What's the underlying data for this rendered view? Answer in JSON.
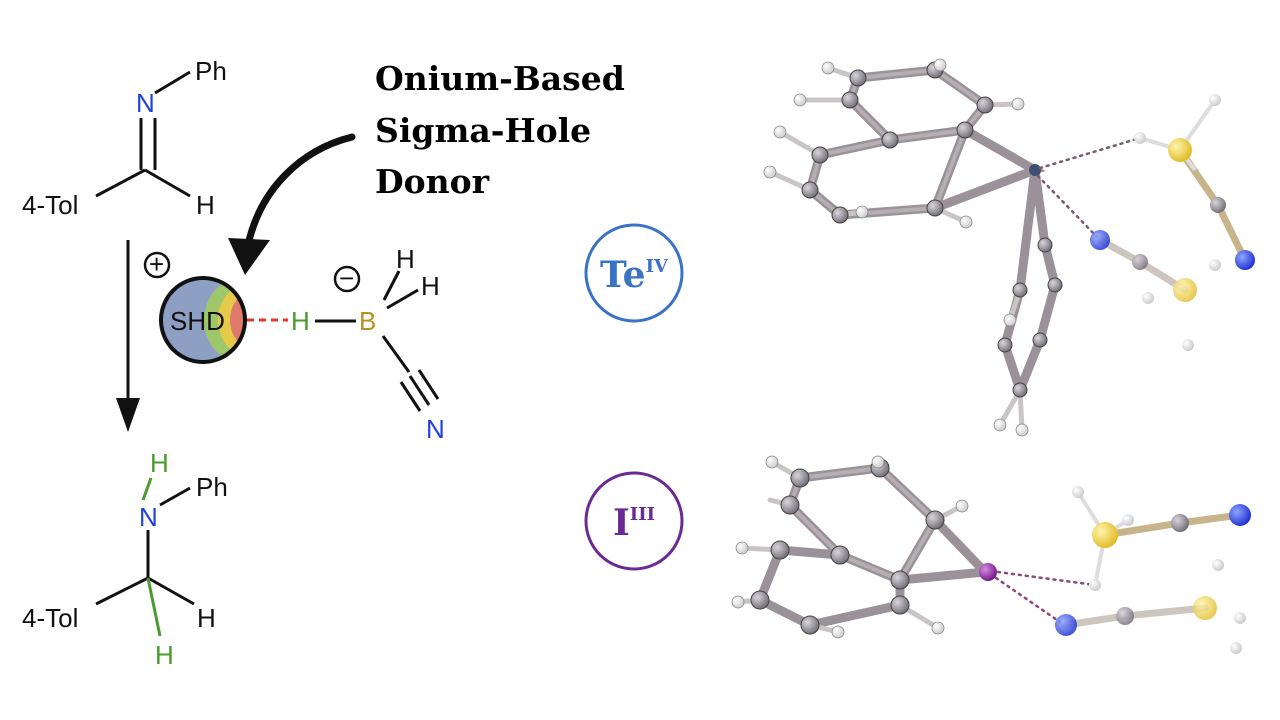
{
  "title_lines": [
    "Onium-Based",
    "Sigma-Hole",
    "Donor"
  ],
  "imine": {
    "ph": "Ph",
    "n": "N",
    "tol": "4-Tol",
    "h": "H"
  },
  "amine": {
    "h_top": "H",
    "ph": "Ph",
    "n": "N",
    "tol": "4-Tol",
    "h_right": "H",
    "h_bottom": "H"
  },
  "complex": {
    "shd": "SHD",
    "plus": "+",
    "minus": "−",
    "h_bridge": "H",
    "b": "B",
    "h1": "H",
    "h2": "H",
    "n": "N"
  },
  "badges": [
    {
      "main": "Te",
      "sup": "IV",
      "color": "#3a73c4"
    },
    {
      "main": "I",
      "sup": "III",
      "color": "#6b2a92"
    }
  ],
  "colors": {
    "nitrogen": "#1f3fe0",
    "hydrogen_green": "#4a9a2e",
    "boron": "#b8901f",
    "dashed_bond": "#e03a2a",
    "carbon": "#8a8590",
    "sulfur": "#f2d23a",
    "iodine": "#8a1f9a",
    "tellurium": "#3d4f72"
  },
  "icons": [
    "reaction-arrow-icon",
    "curved-arrow-icon",
    "sigma-hole-sphere-icon"
  ]
}
